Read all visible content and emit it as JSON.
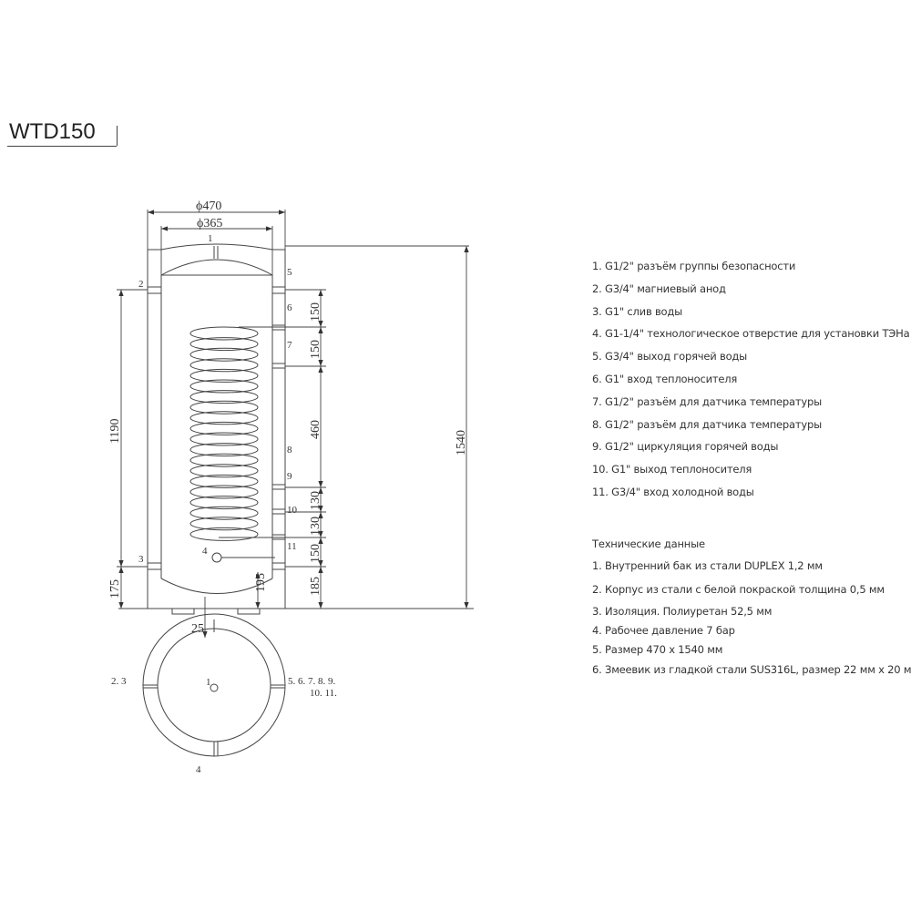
{
  "title": "WTD150",
  "drawing": {
    "dims": {
      "outer_diameter": "ϕ470",
      "inner_diameter": "ϕ365",
      "h1190": "1190",
      "h175": "175",
      "h1540": "1540",
      "d150a": "150",
      "d150b": "150",
      "d460": "460",
      "d130a": "130",
      "d130b": "130",
      "d150c": "150",
      "d185": "185",
      "d195": "195",
      "d25": "25"
    },
    "callouts": [
      "1",
      "2",
      "3",
      "4",
      "5",
      "6",
      "7",
      "8",
      "9",
      "10",
      "11"
    ],
    "top_view": {
      "left": "2. 3",
      "center": "1",
      "right1": "5. 6. 7. 8. 9.",
      "right2": "10. 11.",
      "bottom": "4"
    }
  },
  "connections": [
    "1. G1/2\" разъём группы безопасности",
    "2. G3/4\" магниевый анод",
    "3. G1\" слив воды",
    "4. G1-1/4\" технологическое отверстие для установки ТЭНа",
    "5. G3/4\" выход горячей воды",
    "6. G1\" вход теплоносителя",
    "7. G1/2\" разъём для датчика температуры",
    "8. G1/2\" разъём для датчика температуры",
    "9. G1/2\" циркуляция горячей воды",
    "10. G1\" выход теплоносителя",
    "11. G3/4\" вход холодной воды"
  ],
  "tech_data": {
    "heading": "Технические данные",
    "items": [
      "1. Внутренний бак из стали DUPLEX 1,2 мм",
      "2. Корпус из стали с белой покраской толщина 0,5 мм",
      "3. Изоляция. Полиуретан 52,5 мм",
      "4. Рабочее давление 7 бар",
      "5. Размер 470 x 1540 мм",
      "6. Змеевик из гладкой стали SUS316L, размер 22 мм x 20 м"
    ]
  }
}
